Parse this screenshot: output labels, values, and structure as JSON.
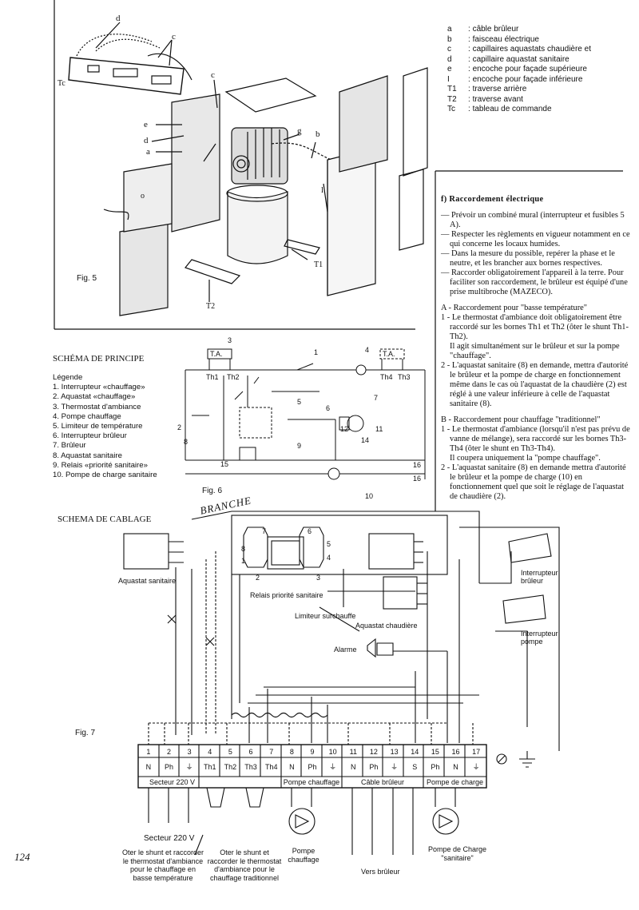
{
  "fig5": {
    "caption": "Fig. 5",
    "legend": [
      {
        "key": "a",
        "sep": ":",
        "text": "câble brûleur"
      },
      {
        "key": "b",
        "sep": ":",
        "text": "faisceau électrique"
      },
      {
        "key": "c",
        "sep": ":",
        "text": "capillaires aquastats chaudière et"
      },
      {
        "key": "d",
        "sep": ":",
        "text": "capillaire aquastat sanitaire"
      },
      {
        "key": "e",
        "sep": ":",
        "text": "encoche pour façade supérieure"
      },
      {
        "key": "I",
        "sep": ":",
        "text": "encoche pour façade inférieure"
      },
      {
        "key": "T1",
        "sep": ":",
        "text": "traverse arrière"
      },
      {
        "key": "T2",
        "sep": ":",
        "text": "traverse avant"
      },
      {
        "key": "Tc",
        "sep": ":",
        "text": "tableau de commande"
      }
    ],
    "callouts": {
      "d_top": "d",
      "c_top": "c",
      "c_mid": "c",
      "e": "e",
      "d_mid": "d",
      "a": "a",
      "g": "g",
      "b": "b",
      "l": "l",
      "t1": "T1",
      "t2": "T2",
      "tc": "Tc",
      "o": "o"
    }
  },
  "section_f": {
    "title": "f) Raccordement électrique",
    "items": [
      "— Prévoir un combiné mural (interrupteur et fusibles 5 A).",
      "— Respecter les règlements en vigueur notamment en ce qui concerne les locaux humides.",
      "— Dans la mesure du possible, repérer la phase et le neutre, et les brancher aux bornes respectives.",
      "— Raccorder obligatoirement l'appareil à la terre. Pour faciliter son raccordement, le brûleur est équipé d'une prise multibroche (MAZECO)."
    ],
    "a_title": "A - Raccordement pour \"basse température\"",
    "a_items": [
      "1 - Le thermostat d'ambiance doit obligatoirement être raccordé sur les bornes Th1 et Th2 (ôter le shunt Th1-Th2).",
      "Il agit simultanément sur le brûleur et sur la pompe \"chauffage\".",
      "2 - L'aquastat sanitaire (8) en demande, mettra d'autorité le brûleur et la pompe de charge en fonctionnement même dans le cas où l'aquastat de la chaudière (2) est réglé à une valeur inférieure à celle de l'aquastat sanitaire (8)."
    ],
    "b_title": "B - Raccordement pour chauffage \"traditionnel\"",
    "b_items": [
      "1 - Le thermostat d'ambiance (lorsqu'il n'est pas prévu de vanne de mélange), sera raccordé sur les bornes Th3-Th4 (ôter le shunt en Th3-Th4).",
      "Il coupera uniquement la \"pompe chauffage\".",
      "2 - L'aquastat sanitaire (8) en demande mettra d'autorité le brûleur et la pompe de charge (10) en fonctionnement quel que soit le réglage de l'aquastat de chaudière (2)."
    ]
  },
  "fig6": {
    "heading": "SCHÉMA DE PRINCIPE",
    "legend_title": "Légende",
    "legend": [
      "1. Interrupteur «chauffage»",
      "2. Aquastat «chauffage»",
      "3. Thermostat d'ambiance",
      "4. Pompe chauffage",
      "5. Limiteur de température",
      "6. Interrupteur brûleur",
      "7. Brûleur",
      "8. Aquastat sanitaire",
      "9. Relais «priorité sanitaire»",
      "10. Pompe de charge sanitaire"
    ],
    "caption": "Fig. 6",
    "ta": "T.A.",
    "th1": "Th1",
    "th2": "Th2",
    "th4": "Th4",
    "th3": "Th3",
    "nums": {
      "n1": "1",
      "n2": "2",
      "n3": "3",
      "n4": "4",
      "n5": "5",
      "n6": "6",
      "n7": "7",
      "n8": "8",
      "n9": "9",
      "n10": "10",
      "n11": "11",
      "n12": "12",
      "n14": "14",
      "n15": "15",
      "n16a": "16",
      "n16b": "16"
    }
  },
  "fig7": {
    "heading": "SCHEMA DE CABLAGE",
    "handwritten": "BRANCHE",
    "caption": "Fig. 7",
    "components": {
      "aquastat_sanitaire": "Aquastat sanitaire",
      "relais": "Relais priorité sanitaire",
      "limiteur": "Limiteur surchauffe",
      "aquastat_chaudiere": "Aquastat chaudière",
      "interrupteur_bruleur": "Interrupteur brûleur",
      "interrupteur_pompe": "Interrupteur pompe",
      "alarme": "Alarme"
    },
    "terminals": [
      {
        "num": "1",
        "label": "N"
      },
      {
        "num": "2",
        "label": "Ph"
      },
      {
        "num": "3",
        "label": "⏚"
      },
      {
        "num": "4",
        "label": "Th1"
      },
      {
        "num": "5",
        "label": "Th2"
      },
      {
        "num": "6",
        "label": "Th3"
      },
      {
        "num": "7",
        "label": "Th4"
      },
      {
        "num": "8",
        "label": "N"
      },
      {
        "num": "9",
        "label": "Ph"
      },
      {
        "num": "10",
        "label": "⏚"
      },
      {
        "num": "11",
        "label": "N"
      },
      {
        "num": "12",
        "label": "Ph"
      },
      {
        "num": "13",
        "label": "⏚"
      },
      {
        "num": "14",
        "label": "S"
      },
      {
        "num": "15",
        "label": "Ph"
      },
      {
        "num": "16",
        "label": "N"
      },
      {
        "num": "17",
        "label": "⏚"
      }
    ],
    "groups": {
      "secteur": "Secteur 220 V",
      "pompe_chauffage": "Pompe chauffage",
      "cable_bruleur": "Câble brûleur",
      "pompe_charge": "Pompe de charge"
    },
    "bottom": {
      "secteur": "Secteur 220 V",
      "oter1": "Oter le shunt et raccorder le thermostat d'ambiance pour le chauffage en basse température",
      "oter2": "Oter le shunt et raccorder le thermostat d'ambiance pour le chauffage traditionnel",
      "pompe_chauffage": "Pompe chauffage",
      "vers_bruleur": "Vers brûleur",
      "pompe_charge": "Pompe de Charge \"sanitaire\""
    },
    "page_number": "124"
  }
}
